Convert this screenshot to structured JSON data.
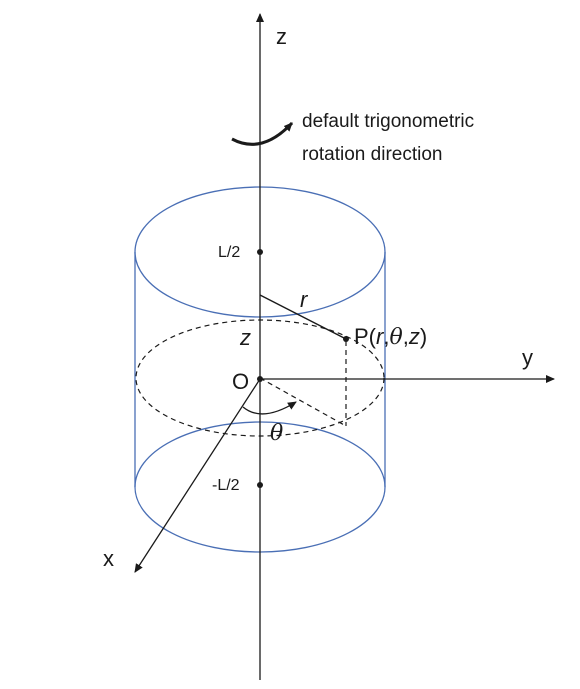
{
  "axes": {
    "z_label": "z",
    "y_label": "y",
    "x_label": "x",
    "origin_label": "O"
  },
  "annotation": {
    "line1": "default trigonometric",
    "line2": "rotation direction"
  },
  "marks": {
    "top": "L/2",
    "bottom": "-L/2",
    "height_var": "z",
    "radius_var": "r",
    "angle_var": "θ"
  },
  "point": {
    "prefix": "P(",
    "r": "r",
    "sep1": ",",
    "theta": "θ",
    "sep2": ",",
    "z": "z",
    "suffix": ")"
  },
  "colors": {
    "cylinder": "#4a6fb5",
    "ink": "#1a1a1a"
  }
}
